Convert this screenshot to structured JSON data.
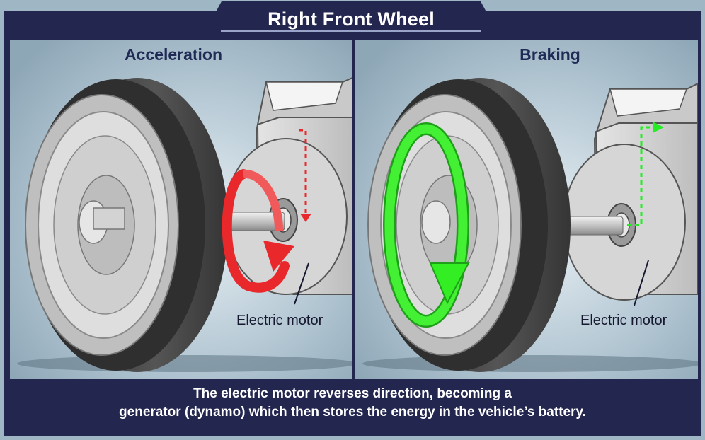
{
  "title": "Right Front Wheel",
  "panels": [
    {
      "heading": "Acceleration",
      "motor_label": "Electric motor",
      "arrow_color": "#e8282a",
      "flow_color": "#ff3b3b"
    },
    {
      "heading": "Braking",
      "motor_label": "Electric motor",
      "arrow_color": "#33ee22",
      "flow_color": "#22ee22"
    }
  ],
  "caption": {
    "line1": "The electric motor reverses direction, becoming a",
    "line2": "generator (dynamo) which then stores the energy in the vehicle’s battery."
  },
  "colors": {
    "frame": "#23264f",
    "panel_bg": "#a7bccb",
    "tire": "#3f3f3f",
    "rim": "#d9d9d9"
  }
}
